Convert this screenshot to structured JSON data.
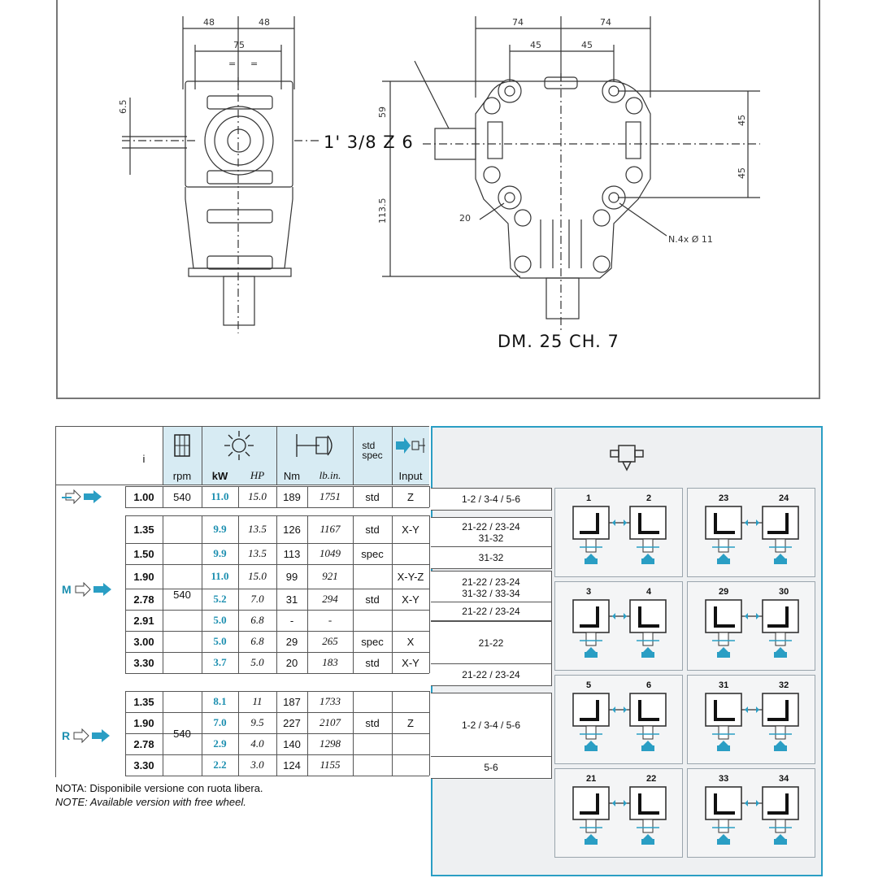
{
  "drawing": {
    "side_view": {
      "dims_top": [
        "48",
        "48"
      ],
      "dim_75": "75",
      "eq_marks": [
        "=",
        "="
      ],
      "dim_6_5": "6.5"
    },
    "front_view": {
      "dims_top": [
        "74",
        "74"
      ],
      "dims_mid": [
        "45",
        "45"
      ],
      "dim_59": "59",
      "dim_113_5": "113.5",
      "dim_20": "20",
      "dims_right": [
        "45",
        "45"
      ],
      "hole_label": "N.4x Ø  11"
    },
    "input_label": "1' 3/8 Z 6",
    "output_label": "DM. 25 CH. 7"
  },
  "table": {
    "headers": {
      "i": "i",
      "rpm": "rpm",
      "kw": "kW",
      "hp": "HP",
      "nm": "Nm",
      "lbin": "lb.in.",
      "std_spec": "std\nspec",
      "input": "Input"
    },
    "groups": [
      {
        "label": "",
        "rpm": "540",
        "rows": [
          {
            "i": "1.00",
            "kw": "11.0",
            "hp": "15.0",
            "nm": "189",
            "lbin": "1751",
            "std": "std",
            "input": "Z"
          }
        ],
        "combos": [
          "1-2 / 3-4 / 5-6"
        ]
      },
      {
        "label": "M",
        "rpm": "540",
        "rows": [
          {
            "i": "1.35",
            "kw": "9.9",
            "hp": "13.5",
            "nm": "126",
            "lbin": "1167",
            "std": "std",
            "input": "X-Y"
          },
          {
            "i": "1.50",
            "kw": "9.9",
            "hp": "13.5",
            "nm": "113",
            "lbin": "1049",
            "std": "spec",
            "input": ""
          },
          {
            "i": "1.90",
            "kw": "11.0",
            "hp": "15.0",
            "nm": "99",
            "lbin": "921",
            "std": "",
            "input": "X-Y-Z"
          },
          {
            "i": "2.78",
            "kw": "5.2",
            "hp": "7.0",
            "nm": "31",
            "lbin": "294",
            "std": "std",
            "input": "X-Y"
          },
          {
            "i": "2.91",
            "kw": "5.0",
            "hp": "6.8",
            "nm": "-",
            "lbin": "-",
            "std": "",
            "input": ""
          },
          {
            "i": "3.00",
            "kw": "5.0",
            "hp": "6.8",
            "nm": "29",
            "lbin": "265",
            "std": "spec",
            "input": "X"
          },
          {
            "i": "3.30",
            "kw": "3.7",
            "hp": "5.0",
            "nm": "20",
            "lbin": "183",
            "std": "std",
            "input": "X-Y"
          }
        ],
        "combos": [
          "21-22 / 23-24\n31-32",
          "31-32",
          "21-22 / 23-24\n31-32 / 33-34",
          "21-22 / 23-24",
          "21-22",
          "21-22 / 23-24"
        ]
      },
      {
        "label": "R",
        "rpm": "540",
        "rows": [
          {
            "i": "1.35",
            "kw": "8.1",
            "hp": "11",
            "nm": "187",
            "lbin": "1733",
            "std": "",
            "input": ""
          },
          {
            "i": "1.90",
            "kw": "7.0",
            "hp": "9.5",
            "nm": "227",
            "lbin": "2107",
            "std": "std",
            "input": "Z"
          },
          {
            "i": "2.78",
            "kw": "2.9",
            "hp": "4.0",
            "nm": "140",
            "lbin": "1298",
            "std": "",
            "input": ""
          },
          {
            "i": "3.30",
            "kw": "2.2",
            "hp": "3.0",
            "nm": "124",
            "lbin": "1155",
            "std": "",
            "input": ""
          }
        ],
        "combos": [
          "1-2 / 3-4 / 5-6",
          "5-6"
        ]
      }
    ],
    "note_it": "NOTA: Disponibile versione con ruota libera.",
    "note_en": "NOTE: Available version with free wheel."
  },
  "configs": [
    {
      "a": "1",
      "b": "2"
    },
    {
      "a": "23",
      "b": "24"
    },
    {
      "a": "3",
      "b": "4"
    },
    {
      "a": "29",
      "b": "30"
    },
    {
      "a": "5",
      "b": "6"
    },
    {
      "a": "31",
      "b": "32"
    },
    {
      "a": "21",
      "b": "22"
    },
    {
      "a": "33",
      "b": "34"
    }
  ],
  "colors": {
    "accent": "#1c8fb0",
    "panel_border": "#2a9ec4",
    "header_bg": "#d7ebf3"
  },
  "icons": [
    "pto-shaft-icon",
    "sun-power-icon",
    "torque-wrench-icon",
    "input-arrow-icon",
    "gearbox-top-icon",
    "in-arrow-icon"
  ]
}
